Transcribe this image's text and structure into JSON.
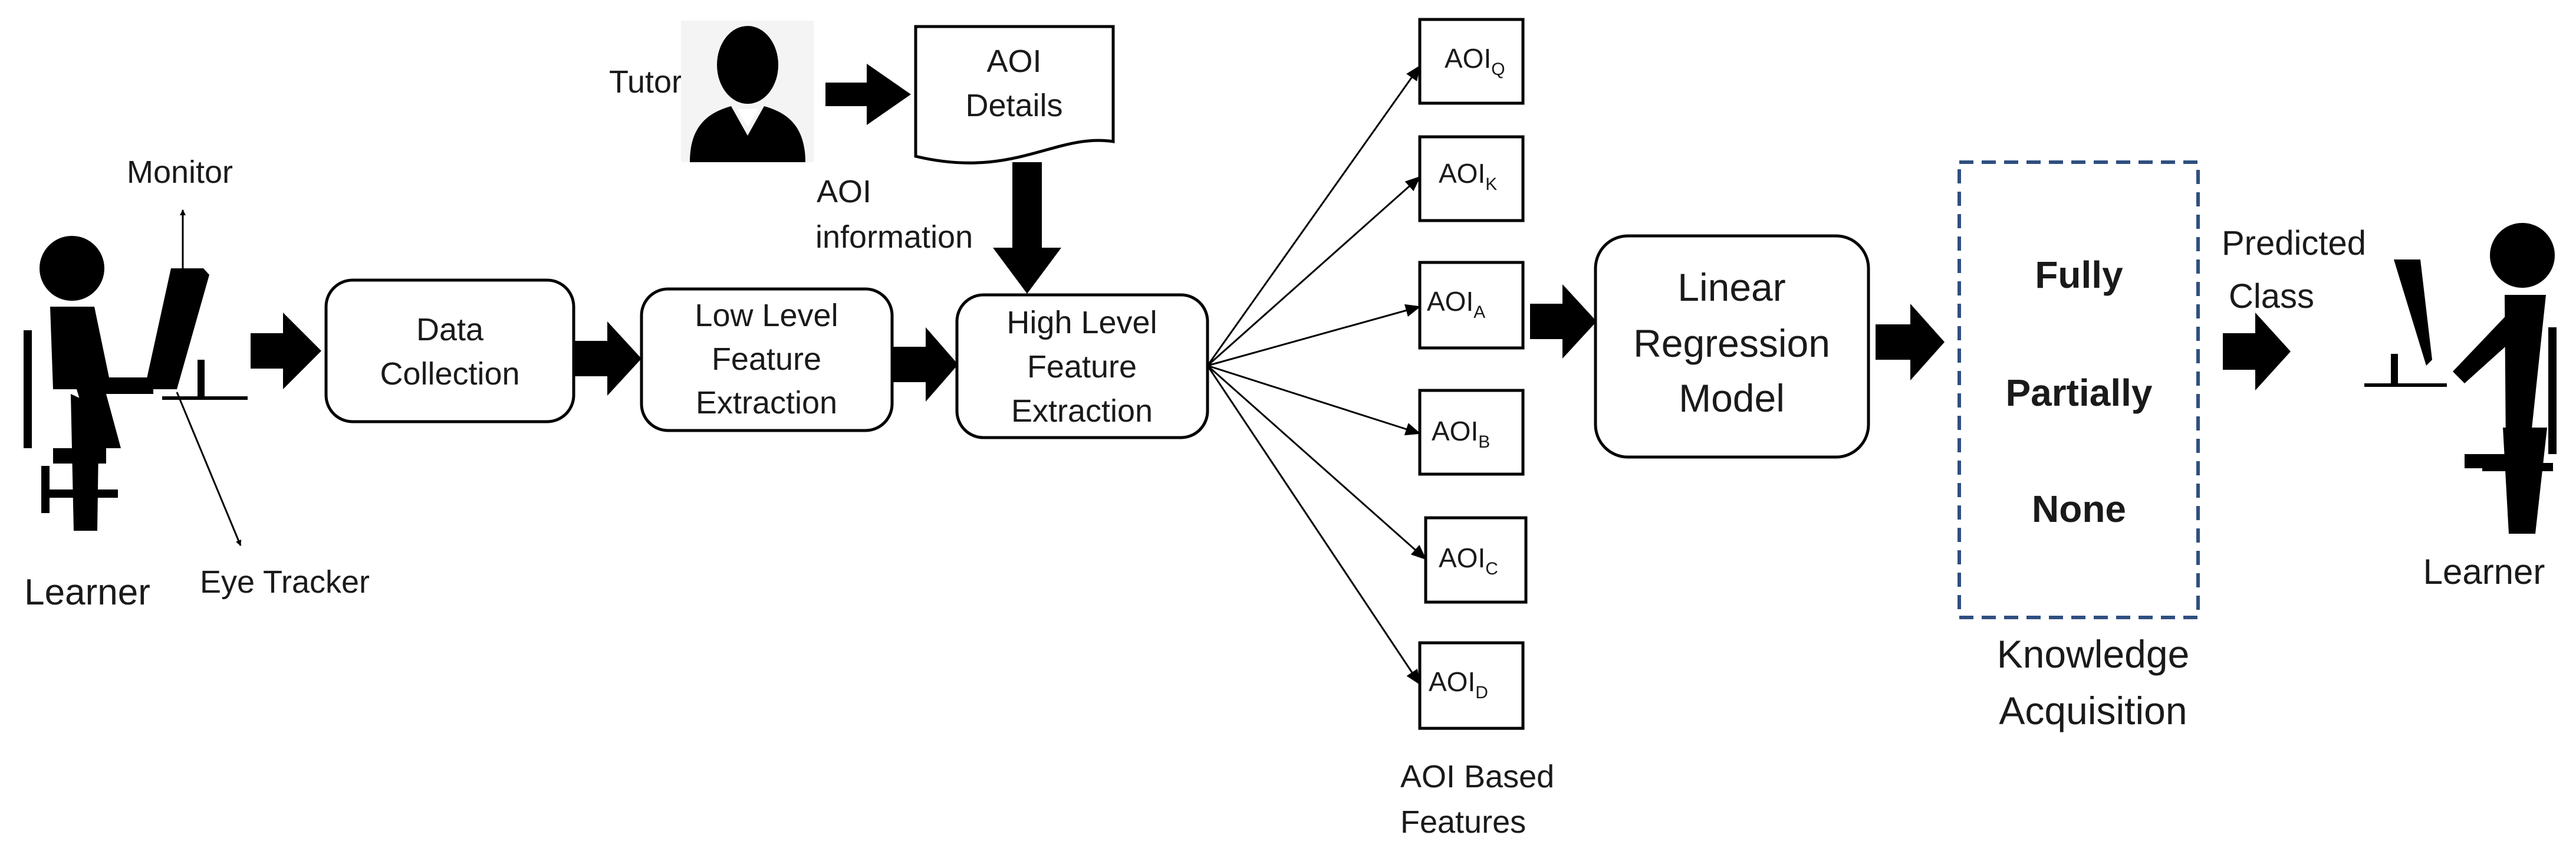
{
  "learner_left": {
    "label": "Learner"
  },
  "monitor": {
    "label": "Monitor"
  },
  "eye_tracker": {
    "label": "Eye Tracker"
  },
  "tutor": {
    "label": "Tutor"
  },
  "aoi_details": {
    "line1": "AOI",
    "line2": "Details"
  },
  "aoi_information": {
    "line1": "AOI",
    "line2": "information"
  },
  "data_collection": {
    "line1": "Data",
    "line2": "Collection"
  },
  "low_level": {
    "line1": "Low Level",
    "line2": "Feature",
    "line3": "Extraction"
  },
  "high_level": {
    "line1": "High Level",
    "line2": "Feature",
    "line3": "Extraction"
  },
  "aoi_boxes": [
    {
      "base": "AOI",
      "sub": "Q"
    },
    {
      "base": "AOI",
      "sub": "K"
    },
    {
      "base": "AOI",
      "sub": "A"
    },
    {
      "base": "AOI",
      "sub": "B"
    },
    {
      "base": "AOI",
      "sub": "C"
    },
    {
      "base": "AOI",
      "sub": "D"
    }
  ],
  "aoi_based_features": {
    "line1": "AOI Based",
    "line2": "Features"
  },
  "regression": {
    "line1": "Linear",
    "line2": "Regression",
    "line3": "Model"
  },
  "classes": [
    "Fully",
    "Partially",
    "None"
  ],
  "knowledge_acquisition": {
    "line1": "Knowledge",
    "line2": "Acquisition"
  },
  "predicted_class": {
    "line1": "Predicted",
    "line2": "Class"
  },
  "learner_right": {
    "label": "Learner"
  },
  "colors": {
    "dashed_border": "#2f4f7f",
    "ink": "#000000"
  }
}
